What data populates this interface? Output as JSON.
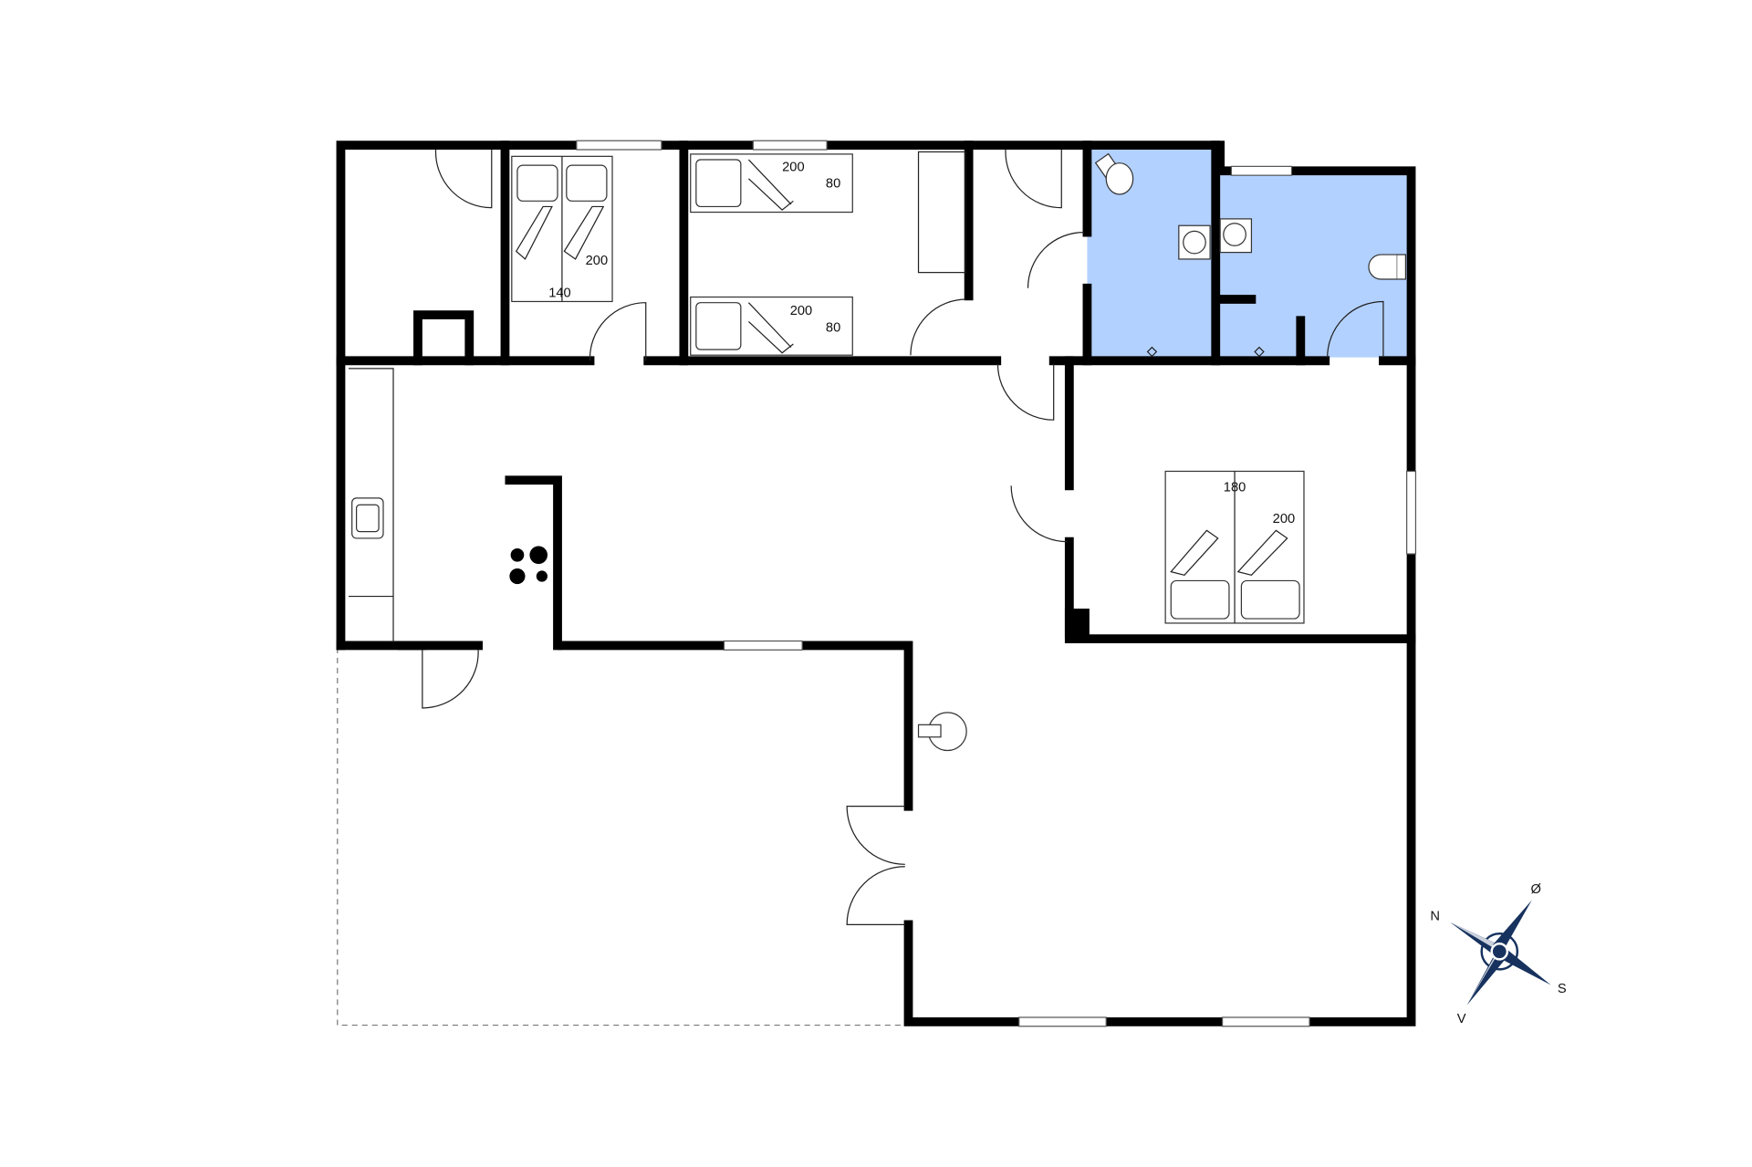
{
  "colors": {
    "wall": "#000000",
    "bathroom": "#b3d1ff",
    "compass": "#17325e"
  },
  "bedrooms": [
    {
      "bed_length": "200",
      "bed_width": "140"
    },
    {
      "bed_length": "200",
      "bed_width": "80"
    },
    {
      "bed_length": "200",
      "bed_width": "80"
    },
    {
      "bed_length": "200",
      "bed_width": "180"
    }
  ],
  "compass": {
    "north": "N",
    "east": "Ø",
    "south": "S",
    "west": "V"
  }
}
